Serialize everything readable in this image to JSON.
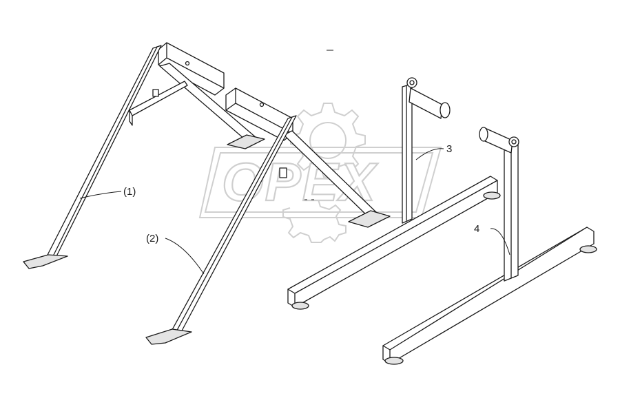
{
  "watermark": {
    "text": "OPEX"
  },
  "callouts": {
    "part1": "(1)",
    "part2": "(2)",
    "part3": "3",
    "part4": "4"
  }
}
